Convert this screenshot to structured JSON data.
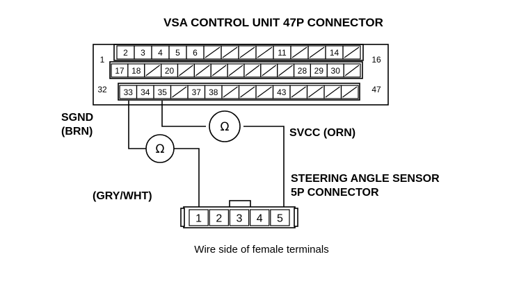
{
  "title": "VSA CONTROL UNIT 47P CONNECTOR",
  "connector47": {
    "end_labels": {
      "top_left": "1",
      "bottom_left": "32",
      "top_right": "16",
      "bottom_right": "47"
    },
    "row1": [
      "2",
      "3",
      "4",
      "5",
      "6",
      "",
      "",
      "",
      "",
      "11",
      "",
      "",
      "14",
      ""
    ],
    "row2": [
      "17",
      "18",
      "",
      "20",
      "",
      "",
      "",
      "",
      "",
      "",
      "",
      "28",
      "29",
      "30",
      ""
    ],
    "row3": [
      "33",
      "34",
      "35",
      "",
      "37",
      "38",
      "",
      "",
      "",
      "43",
      "",
      "",
      "",
      ""
    ]
  },
  "wires": {
    "sgnd_name": "SGND",
    "sgnd_color": "(BRN)",
    "svcc": "SVCC (ORN)",
    "gry_wht": "(GRY/WHT)",
    "ohm_symbol": "Ω"
  },
  "sensor": {
    "name_line1": "STEERING ANGLE SENSOR",
    "name_line2": "5P CONNECTOR",
    "pins": [
      "1",
      "2",
      "3",
      "4",
      "5"
    ]
  },
  "caption": "Wire side of female terminals"
}
